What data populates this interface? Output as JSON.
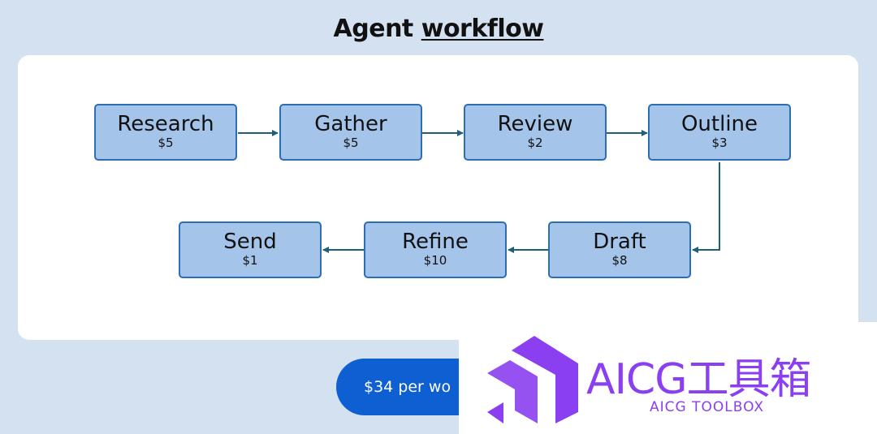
{
  "header": {
    "title_main": "Agent",
    "title_underlined": "workflow"
  },
  "workflow": {
    "steps": [
      {
        "name": "Research",
        "cost": "$5"
      },
      {
        "name": "Gather",
        "cost": "$5"
      },
      {
        "name": "Review",
        "cost": "$2"
      },
      {
        "name": "Outline",
        "cost": "$3"
      },
      {
        "name": "Draft",
        "cost": "$8"
      },
      {
        "name": "Refine",
        "cost": "$10"
      },
      {
        "name": "Send",
        "cost": "$1"
      }
    ]
  },
  "summary": {
    "label": "$34 per wo"
  },
  "watermark": {
    "name": "AICG工具箱",
    "subtitle": "AICG TOOLBOX",
    "color": "#8a3ff0"
  },
  "colors": {
    "node_fill": "#a5c4ea",
    "node_border": "#2d6db4",
    "arrow": "#1f5f7a",
    "pill": "#0e5fd1"
  }
}
